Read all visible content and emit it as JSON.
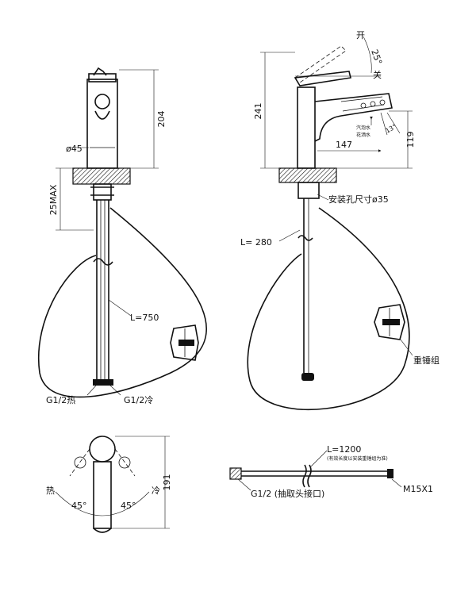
{
  "front_view": {
    "height_dim": "204",
    "diameter_label": "ø45",
    "max_thickness": "25MAX",
    "hose_length": "L=750",
    "hot_inlet": "G1/2热",
    "cold_inlet": "G1/2冷"
  },
  "side_view": {
    "height_dim": "241",
    "open_label": "开",
    "close_label": "关",
    "angle": "25°",
    "spout_reach": "147",
    "spout_height": "119",
    "spray_angle": "13°",
    "mode_1": "汽泡水",
    "mode_2": "花洒水",
    "hole_size": "安装孔尺寸ø35",
    "supply_length": "L= 280",
    "weight_label": "重锤组"
  },
  "top_view": {
    "hot_label": "热",
    "cold_label": "冷",
    "left_angle": "45°",
    "right_angle": "45°",
    "depth_dim": "191"
  },
  "pullout_hose": {
    "length": "L=1200",
    "note": "(有效长度以安装重锤组为准)",
    "fitting_left": "G1/2 (抽取头接口)",
    "fitting_right": "M15X1"
  }
}
